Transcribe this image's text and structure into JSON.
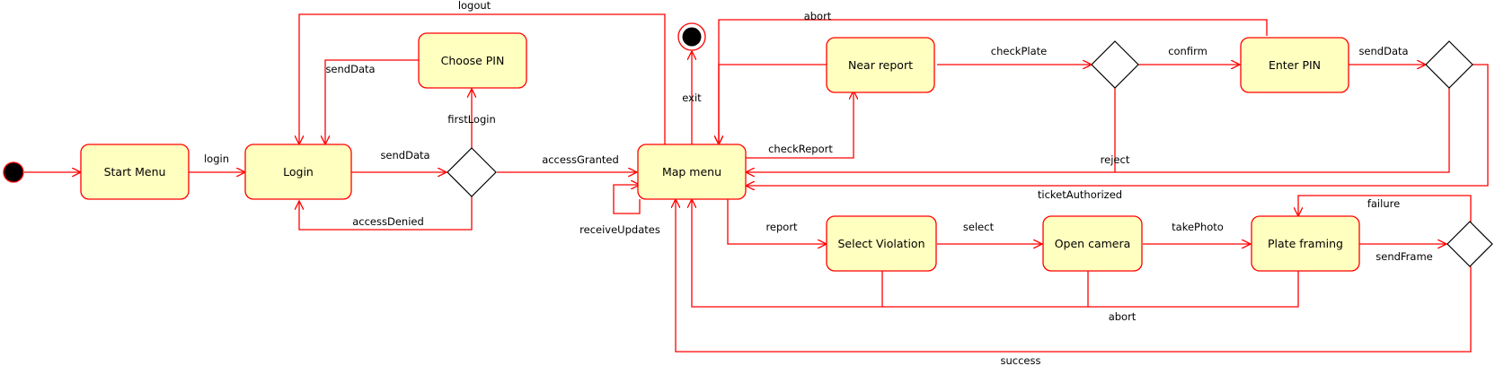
{
  "colors": {
    "state_fill": "#ffffc0",
    "line": "#ff0000",
    "node": "#000000",
    "decision_fill": "#ffffff"
  },
  "states": {
    "start_menu": "Start Menu",
    "login": "Login",
    "choose_pin": "Choose PIN",
    "map_menu": "Map menu",
    "near_report": "Near report",
    "enter_pin": "Enter PIN",
    "select_violation": "Select Violation",
    "open_camera": "Open camera",
    "plate_framing": "Plate framing"
  },
  "transitions": {
    "login": "login",
    "send_data_login": "sendData",
    "send_data_pin": "sendData",
    "access_denied": "accessDenied",
    "first_login": "firstLogin",
    "access_granted": "accessGranted",
    "logout": "logout",
    "exit": "exit",
    "receive_updates": "receiveUpdates",
    "abort_top": "abort",
    "check_plate": "checkPlate",
    "confirm": "confirm",
    "send_data_enter": "sendData",
    "check_report": "checkReport",
    "reject": "reject",
    "ticket_authorized": "ticketAuthorized",
    "report": "report",
    "select": "select",
    "take_photo": "takePhoto",
    "failure": "failure",
    "send_frame": "sendFrame",
    "abort_bottom": "abort",
    "success": "success"
  }
}
